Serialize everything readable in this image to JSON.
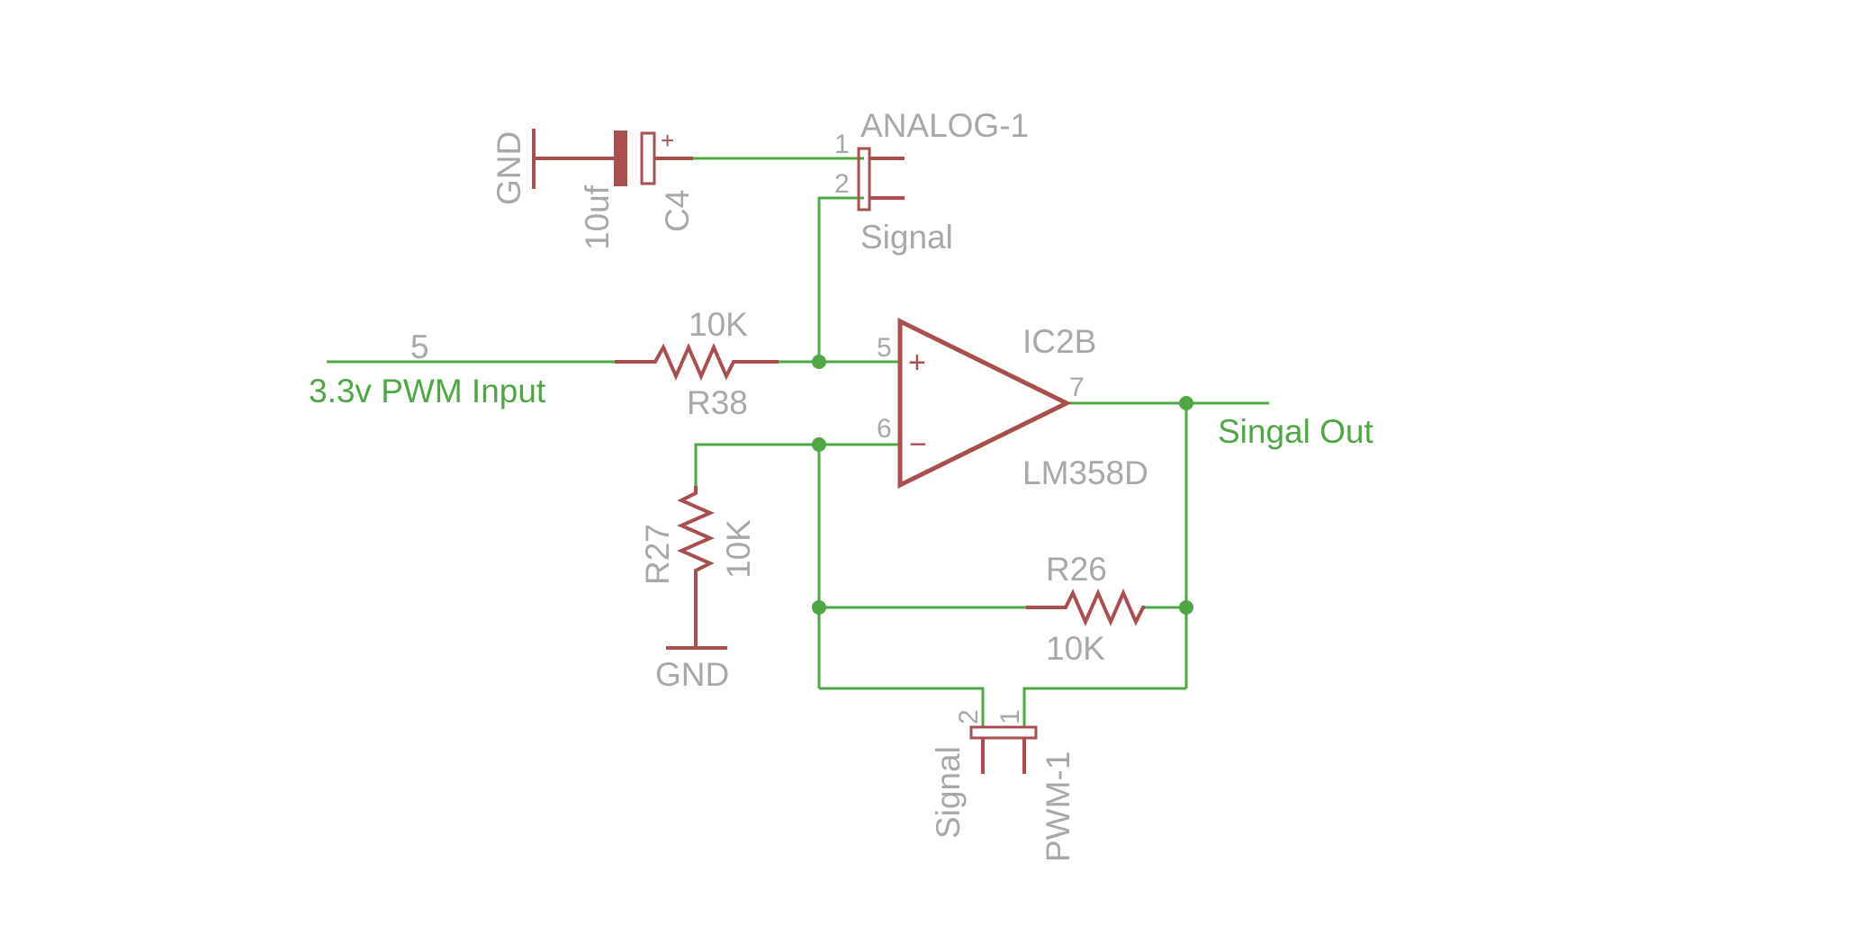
{
  "capacitor": {
    "ref": "C4",
    "value": "10uf",
    "gnd": "GND",
    "polarity": "+"
  },
  "analog_connector": {
    "ref": "ANALOG-1",
    "pin1": "1",
    "pin2": "2",
    "value": "Signal"
  },
  "r38": {
    "ref": "R38",
    "value": "10K"
  },
  "input_net": {
    "pin": "5",
    "label": "3.3v PWM Input"
  },
  "opamp": {
    "ref": "IC2B",
    "part": "LM358D",
    "pin_plus": "5",
    "pin_minus": "6",
    "pin_out": "7",
    "plus": "+",
    "minus": "−"
  },
  "output_net": {
    "label": "Singal Out"
  },
  "r27": {
    "ref": "R27",
    "value": "10K",
    "gnd": "GND"
  },
  "r26": {
    "ref": "R26",
    "value": "10K"
  },
  "pwm_connector": {
    "ref": "PWM-1",
    "pin1": "1",
    "pin2": "2",
    "value": "Signal"
  }
}
